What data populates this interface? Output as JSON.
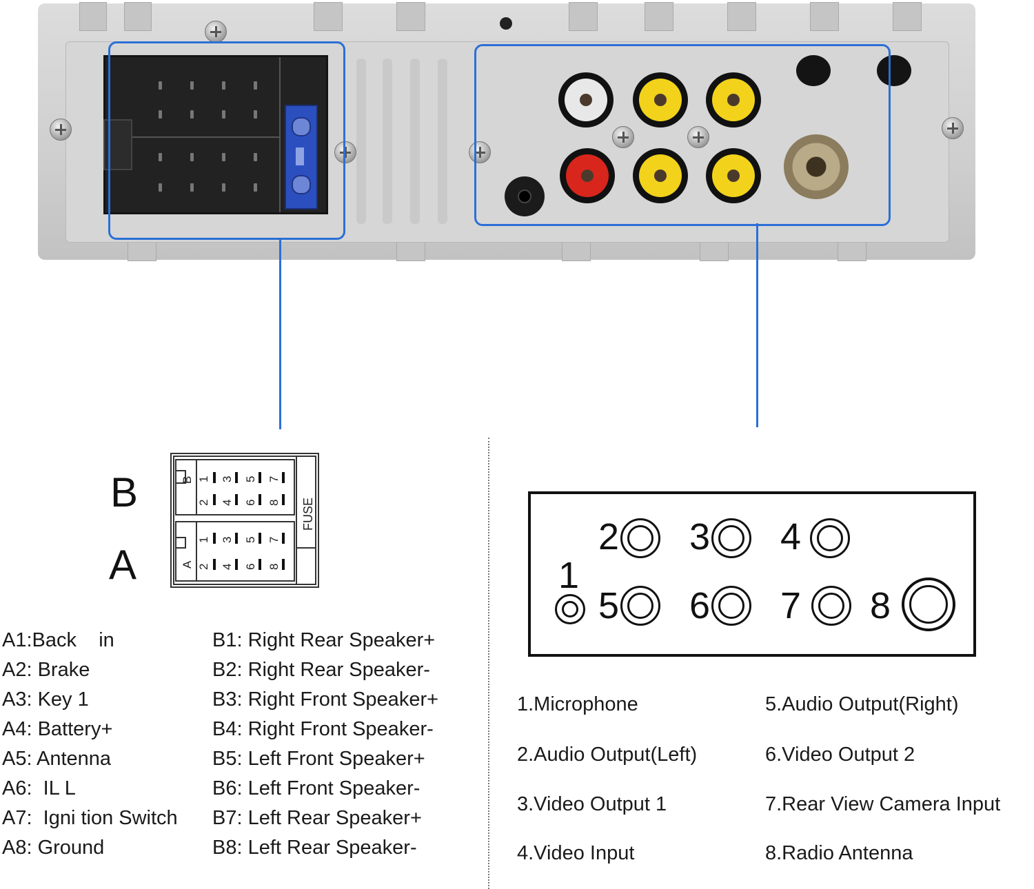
{
  "iso_connector": {
    "row_b_letter": "B",
    "row_a_letter": "A",
    "block_b_label": "B",
    "block_a_label": "A",
    "fuse_label": "FUSE",
    "pin_top": [
      "1",
      "3",
      "5",
      "7"
    ],
    "pin_bottom": [
      "2",
      "4",
      "6",
      "8"
    ]
  },
  "a_pins": [
    "A1:Back    in",
    "A2: Brake",
    "A3: Key 1",
    "A4: Battery+",
    "A5: Antenna",
    "A6:  IL L",
    "A7:  Igni tion Switch",
    "A8: Ground"
  ],
  "b_pins": [
    "B1: Right Rear Speaker+",
    "B2: Right Rear Speaker-",
    "B3: Right Front Speaker+",
    "B4: Right Front Speaker-",
    "B5: Left Front Speaker+",
    "B6: Left Front Speaker-",
    "B7: Left Rear Speaker+",
    "B8: Left Rear Speaker-"
  ],
  "rear_ports": {
    "numbers": [
      "1",
      "2",
      "3",
      "4",
      "5",
      "6",
      "7",
      "8"
    ],
    "legend_left": [
      "1.Microphone",
      "2.Audio Output(Left)",
      "3.Video Output 1",
      "4.Video Input"
    ],
    "legend_right": [
      "5.Audio Output(Right)",
      "6.Video Output 2",
      "7.Rear View Camera Input",
      "8.Radio Antenna"
    ]
  },
  "colors": {
    "highlight": "#2b6fd6",
    "rca_white": "#e8e8e8",
    "rca_yellow": "#f2d21b",
    "rca_red": "#d8261c",
    "fuse": "#2b4fbf"
  }
}
